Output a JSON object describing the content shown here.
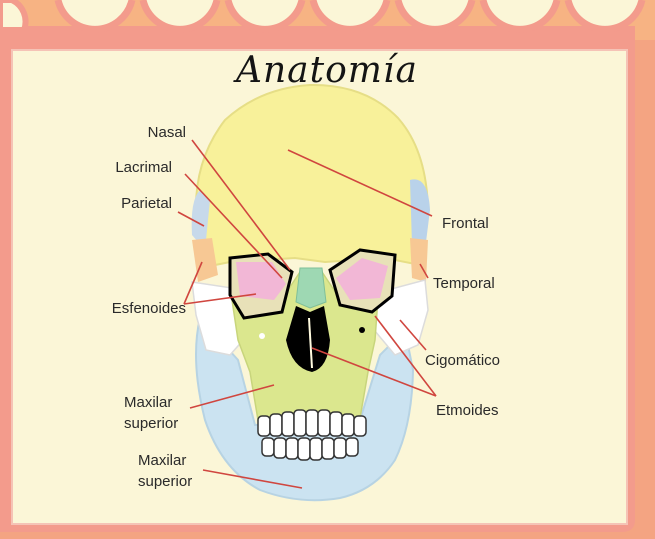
{
  "title": "Anatomía",
  "labels": {
    "nasal": "Nasal",
    "lacrimal": "Lacrimal",
    "parietal": "Parietal",
    "esfenoides": "Esfenoides",
    "maxilar_superior_1": [
      "Maxilar",
      "superior"
    ],
    "maxilar_superior_2": [
      "Maxilar",
      "superior"
    ],
    "frontal": "Frontal",
    "temporal": "Temporal",
    "cigomatico": "Cigomático",
    "etmoides": "Etmoides"
  },
  "colors": {
    "frame_border": "#f1948a",
    "frame_bg": "#fbf6d7",
    "background": "#f7b383",
    "frontal_bone": "#f8f19a",
    "maxilla": "#dbe78e",
    "mandible": "#cbe3f1",
    "sphenoid": "#f7c894",
    "lacrimal_orbit": "#f2b7d6",
    "nasal_bone": "#9ed8b3",
    "zygomatic": "#ffffff",
    "pointer_line": "#d0463f"
  }
}
